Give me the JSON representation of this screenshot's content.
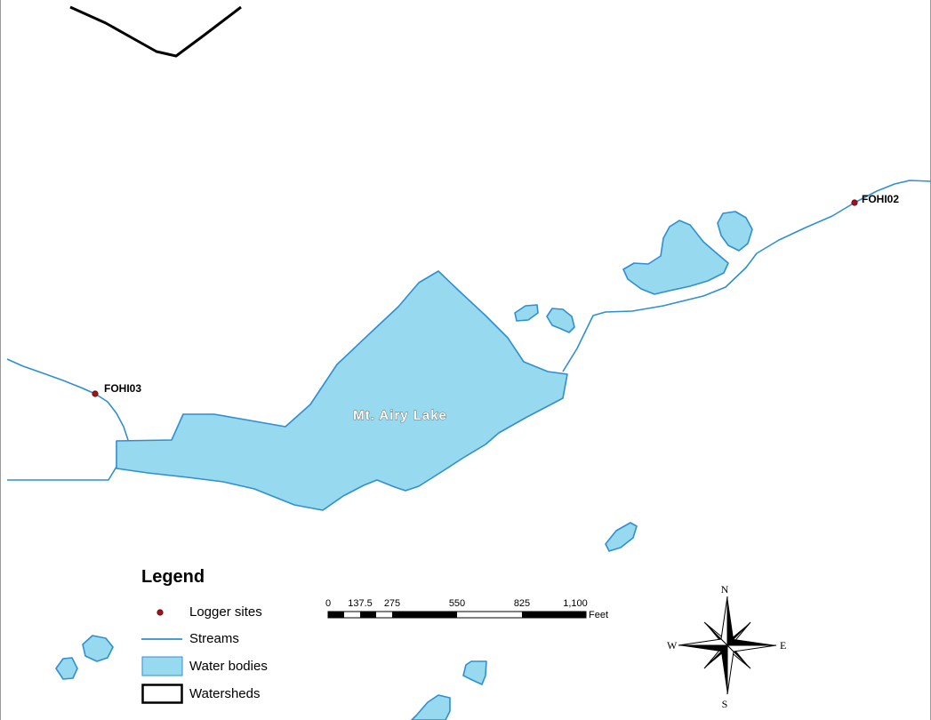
{
  "map": {
    "lake_name": "Mt. Airy Lake",
    "sites": [
      {
        "label": "FOHI02"
      },
      {
        "label": "FOHI03"
      }
    ]
  },
  "legend": {
    "title": "Legend",
    "items": [
      {
        "label": "Logger sites",
        "symbol": "red-dot"
      },
      {
        "label": "Streams",
        "symbol": "blue-line"
      },
      {
        "label": "Water bodies",
        "symbol": "blue-fill"
      },
      {
        "label": "Watersheds",
        "symbol": "black-outline"
      }
    ]
  },
  "scale_bar": {
    "ticks": [
      "0",
      "137.5",
      "275",
      "550",
      "825",
      "1,100"
    ],
    "unit": "Feet"
  },
  "north_arrow": {
    "n": "N",
    "s": "S",
    "e": "E",
    "w": "W"
  },
  "colors": {
    "water_fill": "#97d9ee",
    "stream": "#2f8fd0",
    "site": "#a3121b",
    "watershed": "#000000"
  }
}
